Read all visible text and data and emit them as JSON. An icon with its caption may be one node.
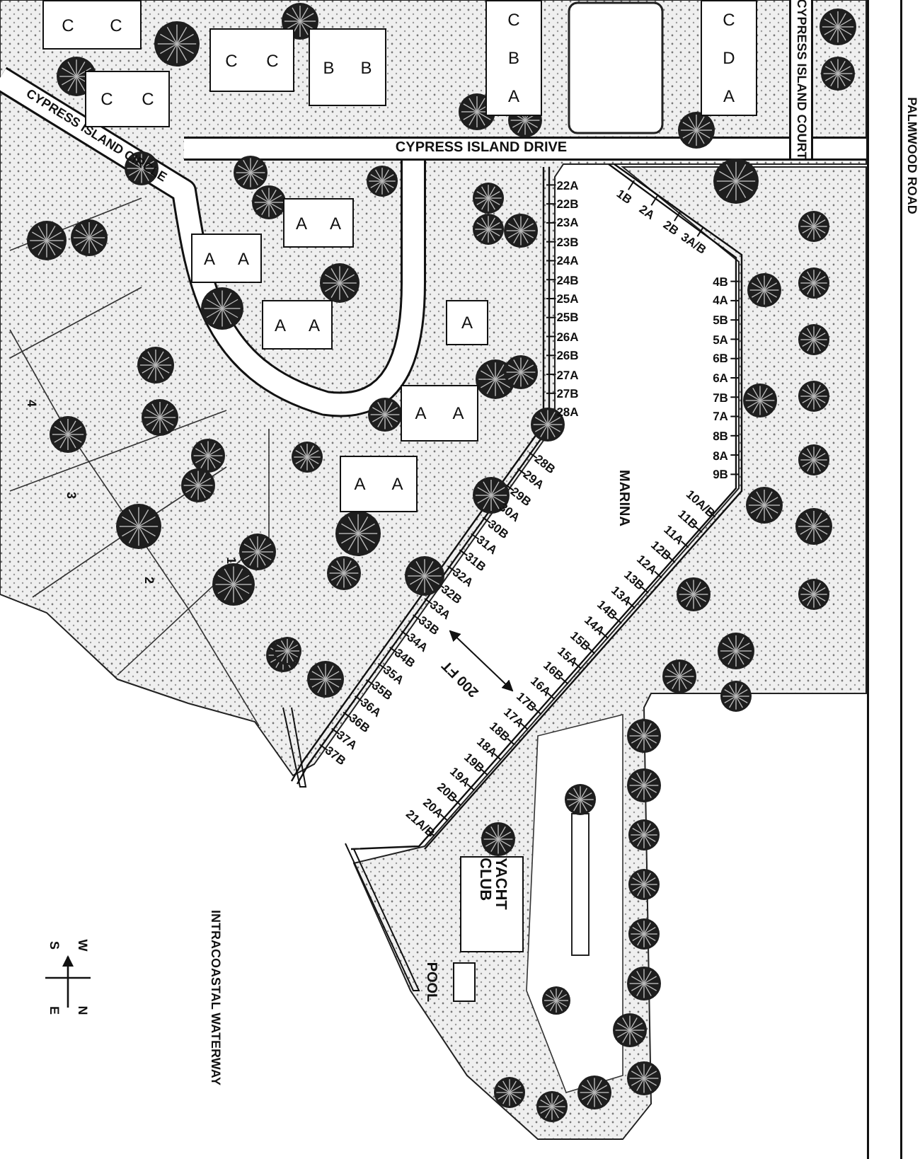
{
  "diagram": {
    "nodes": [
      {
        "text": [
          "C",
          "C"
        ]
      },
      {
        "text": [
          "C",
          "C"
        ]
      },
      {
        "text": [
          "C",
          "C"
        ]
      },
      {
        "text": [
          "B",
          "B"
        ]
      },
      {
        "text": [
          "C",
          "B",
          "A"
        ]
      },
      {
        "text": [
          "C",
          "D",
          "A"
        ]
      },
      {
        "text": [
          "A",
          "A"
        ]
      },
      {
        "text": [
          "A",
          "A"
        ]
      },
      {
        "text": [
          "A",
          "A"
        ]
      },
      {
        "text": [
          "A"
        ]
      },
      {
        "text": [
          "A",
          "A"
        ]
      },
      {
        "text": [
          "A",
          "A"
        ]
      },
      {
        "text": [
          "YACHT CLUB"
        ]
      },
      {
        "text": [
          "POOL"
        ]
      }
    ],
    "labels": [
      "CYPRESS ISLAND COURT",
      "PALMWOOD ROAD",
      "CYPRESS ISLAND CIRCLE",
      "CYPRESS ISLAND DRIVE",
      "1B",
      "2A",
      "2B",
      "3A/B",
      "22A",
      "22B",
      "23A",
      "23B",
      "24A",
      "24B",
      "25A",
      "25B",
      "26A",
      "26B",
      "27A",
      "27B",
      "28A",
      "4B",
      "4A",
      "5B",
      "5A",
      "6B",
      "6A",
      "7B",
      "7A",
      "8B",
      "8A",
      "9B",
      "MARINA",
      "28B",
      "29A",
      "29B",
      "30A",
      "30B",
      "31A",
      "31B",
      "32A",
      "32B",
      "33A",
      "33B",
      "34A",
      "34B",
      "35A",
      "35B",
      "36A",
      "36B",
      "37A",
      "37B",
      "10A/B",
      "11B",
      "11A",
      "12B",
      "12A",
      "13B",
      "13A",
      "14B",
      "14A",
      "15B",
      "15A",
      "16B",
      "16A",
      "17B",
      "17A",
      "18B",
      "18A",
      "19B",
      "19A",
      "20B",
      "20A",
      "21A/B",
      "200 FT",
      "4",
      "3",
      "2",
      "1",
      "S",
      "W",
      "E",
      "N",
      "INTRACOASTAL WATERWAY"
    ]
  }
}
